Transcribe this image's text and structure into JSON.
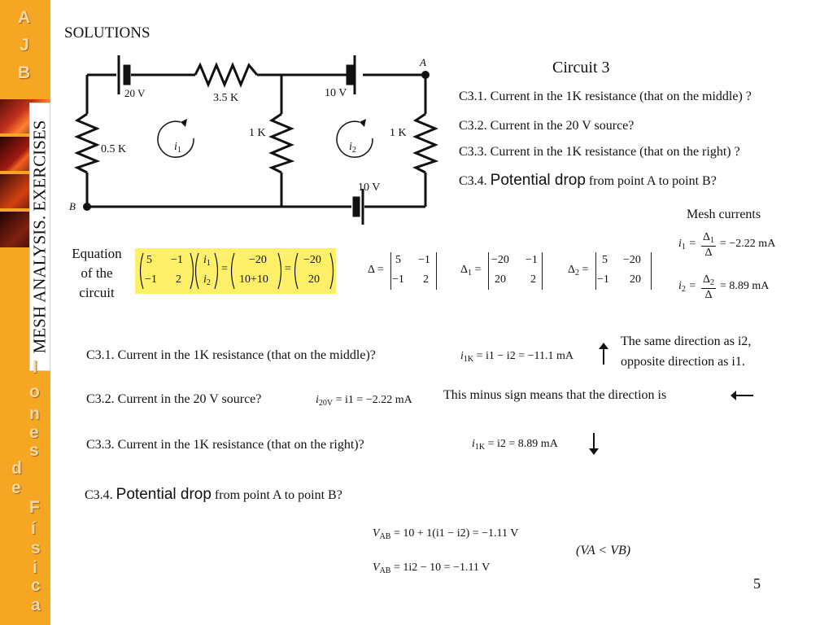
{
  "sidebar": {
    "letters_top": [
      "A",
      "J",
      "B"
    ],
    "letters_bottom": [
      "l",
      "o",
      "n",
      "e",
      "s",
      "d",
      "e",
      "F",
      "í",
      "s",
      "i",
      "c",
      "a"
    ],
    "vertical_title": "MESH ANALYSIS. EXERCISES"
  },
  "header": {
    "title": "SOLUTIONS",
    "circuit_title": "Circuit 3"
  },
  "circuit": {
    "v1": "20 V",
    "r1": "3.5 K",
    "v2": "10 V",
    "point_a": "A",
    "r_left": "0.5 K",
    "i1": "i",
    "i1_sub": "1",
    "r_mid": "1 K",
    "i2": "i",
    "i2_sub": "2",
    "r_right": "1 K",
    "v3": "10 V",
    "point_b": "B"
  },
  "questions": {
    "q1": "C3.1. Current in the 1K resistance (that on the middle) ?",
    "q2": "C3.2. Current in the 20 V source?",
    "q3": "C3.3. Current in the 1K resistance (that on the right) ?",
    "q4_prefix": "C3.4. ",
    "q4_main": "Potential drop",
    "q4_suffix": " from point A to point B?"
  },
  "mesh": {
    "title": "Mesh currents",
    "i1_value": "−2.22 mA",
    "i2_value": "8.89 mA"
  },
  "equation": {
    "label": "Equation of the circuit",
    "matrix": [
      "5",
      "−1",
      "−1",
      "2"
    ],
    "vars": [
      "i1",
      "i2"
    ],
    "rhs1": [
      "−20",
      "10+10"
    ],
    "rhs2": [
      "−20",
      "20"
    ]
  },
  "determinants": {
    "delta": [
      "5",
      "−1",
      "−1",
      "2"
    ],
    "delta1": [
      "−20",
      "−1",
      "20",
      "2"
    ],
    "delta2": [
      "5",
      "−20",
      "−1",
      "20"
    ]
  },
  "answers": {
    "a1_q": "C3.1. Current in the 1K resistance (that on the middle)?",
    "a1_eq": "= i1 − i2 = −11.1 mA",
    "a1_note_line1": "The same direction as i2,",
    "a1_note_line2": "opposite direction as i1.",
    "a2_q": "C3.2. Current in the 20 V source?",
    "a2_eq": "= i1 = −2.22 mA",
    "a2_note": "This minus sign means that the direction is",
    "a3_q": "C3.3. Current in the 1K resistance (that on the right)?",
    "a3_eq": "= i2 = 8.89 mA",
    "a4_prefix": "C3.4. ",
    "a4_main": "Potential drop",
    "a4_suffix": " from point A to point B?",
    "vab1": "= 10 + 1(i1 − i2) = −1.11 V",
    "vab2": "= 1i2 − 10 = −1.11 V",
    "vab_compare": "(VA < VB)"
  },
  "page_number": "5",
  "colors": {
    "sidebar": "#f5a623",
    "highlight": "#fff06a"
  }
}
